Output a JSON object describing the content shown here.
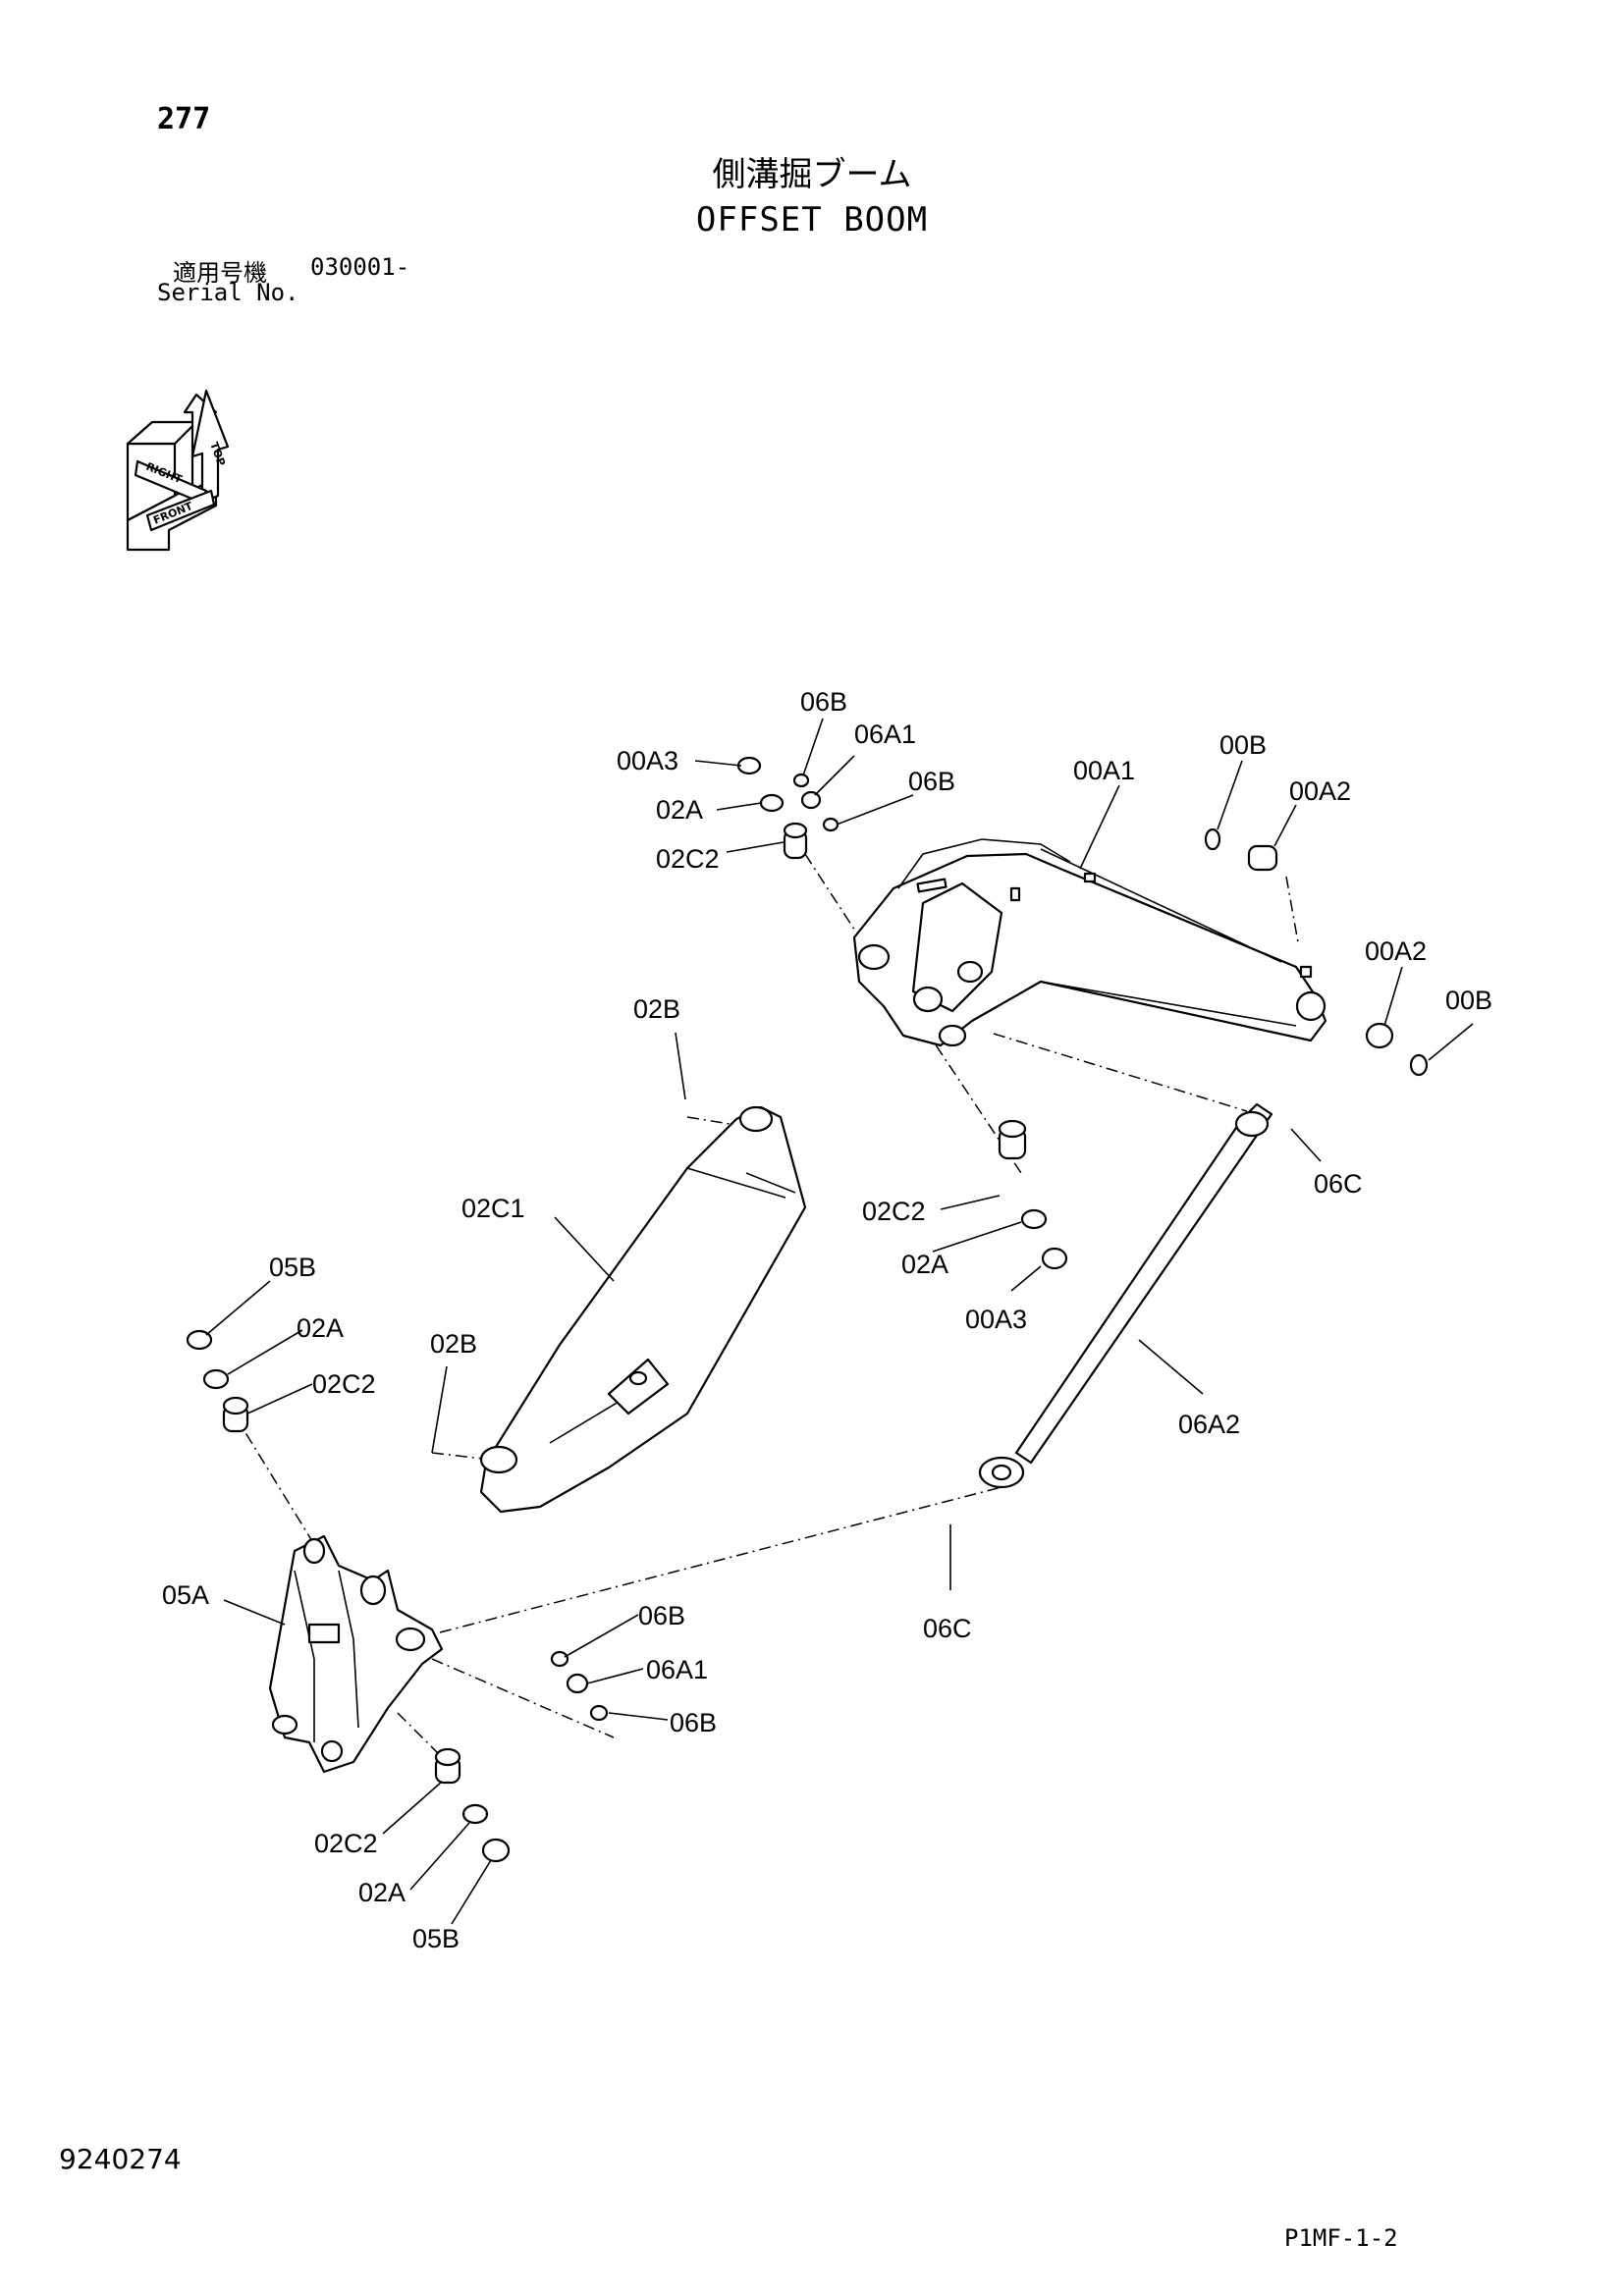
{
  "header": {
    "page_number": "277",
    "title_jp": "側溝掘ブーム",
    "title_en": "OFFSET BOOM",
    "serial_label_jp": "適用号機",
    "serial_value": "030001-",
    "serial_label_en": "Serial No."
  },
  "orientation_icon": {
    "labels": [
      "TOP",
      "RIGHT",
      "FRONT"
    ]
  },
  "callouts": {
    "top_06B_upper": "06B",
    "top_06A1": "06A1",
    "top_00A3": "00A3",
    "top_06B_lower": "06B",
    "top_02A": "02A",
    "top_02C2": "02C2",
    "top_00A1": "00A1",
    "top_00B_upper": "00B",
    "top_00A2_upper": "00A2",
    "top_00A2_lower": "00A2",
    "top_00B_lower": "00B",
    "mid_02B_upper": "02B",
    "mid_02C1": "02C1",
    "mid_02C2": "02C2",
    "mid_02A": "02A",
    "mid_00A3": "00A3",
    "mid_06C_right": "06C",
    "left_05B": "05B",
    "left_02A": "02A",
    "left_02C2": "02C2",
    "mid_02B_lower": "02B",
    "mid_06A2": "06A2",
    "left_05A": "05A",
    "bot_06B_upper": "06B",
    "bot_06A1": "06A1",
    "bot_06B_lower": "06B",
    "bot_06C": "06C",
    "bot_02C2": "02C2",
    "bot_02A": "02A",
    "bot_05B": "05B"
  },
  "footer": {
    "doc_id": "9240274",
    "page_code": "P1MF-1-2"
  }
}
